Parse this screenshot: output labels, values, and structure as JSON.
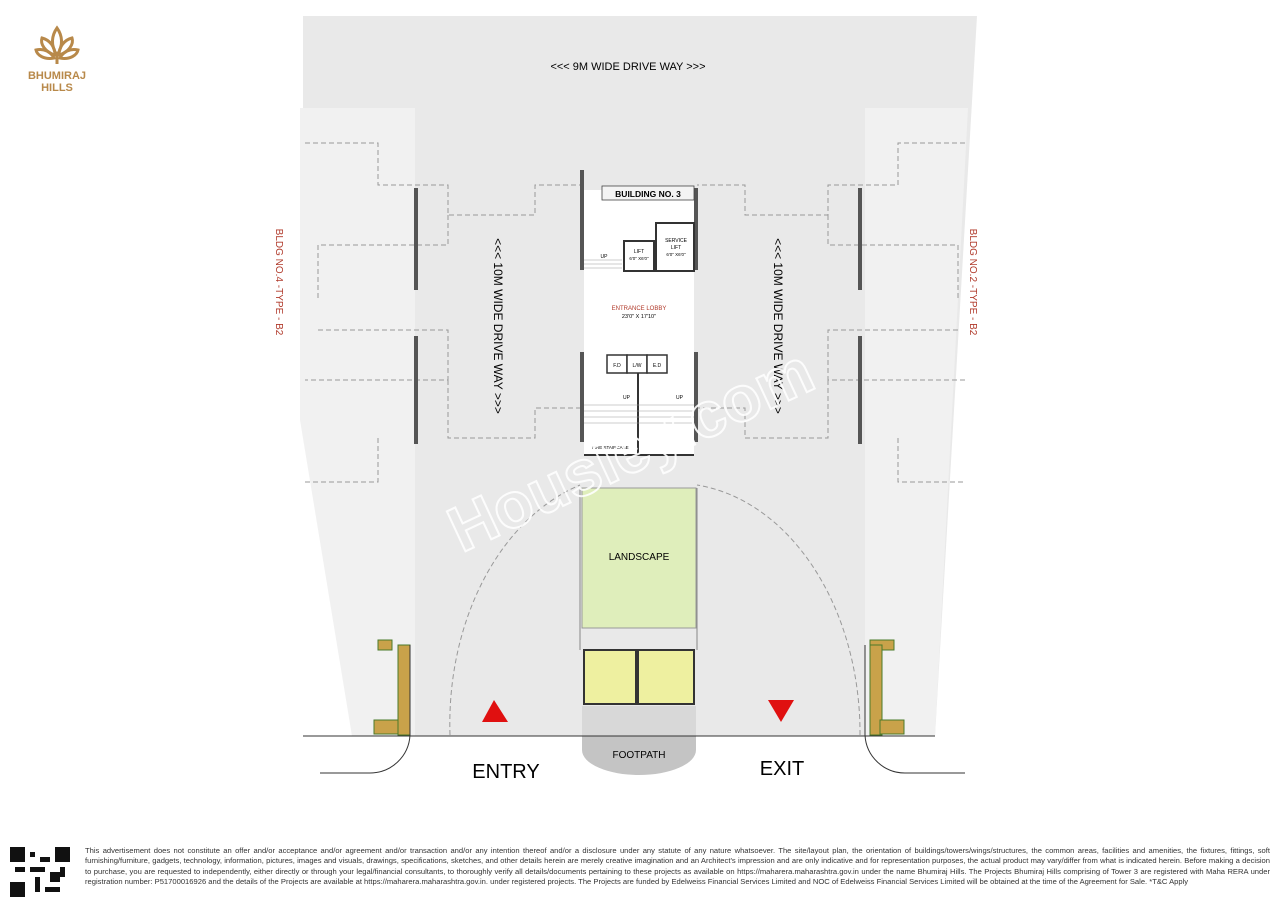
{
  "logo": {
    "line1": "BHUMIRAJ",
    "line2": "HILLS",
    "color": "#b8894a"
  },
  "plan": {
    "top_driveway": "<<<   9M WIDE DRIVE WAY >>>",
    "left_driveway": "<<<  10M WIDE DRIVE WAY  >>>",
    "right_driveway": "<<<  10M WIDE DRIVE WAY  >>>",
    "left_building": "BLDG NO.4 -TYPE - B2",
    "right_building": "BLDG NO.2 -TYPE - B2",
    "building_title": "BUILDING NO. 3",
    "lift": "LIFT",
    "lift_size": "6'0\" X6'0\"",
    "service_lift_1": "SERVICE",
    "service_lift_2": "LIFT",
    "service_lift_size": "6'0\" X6'0\"",
    "up_label": "UP",
    "lobby": "ENTRANCE LOBBY",
    "lobby_size": "23'0\" X 17'10\"",
    "fd": "F.D",
    "lw": "L/W",
    "ed": "E.D",
    "fire_staircase": "FIRE STAIRCASE",
    "landscape": "LANDSCAPE",
    "footpath": "FOOTPATH",
    "entry": "ENTRY",
    "exit": "EXIT",
    "watermark": "Housiey.com"
  },
  "colors": {
    "road": "#e9e9e9",
    "landscape": "#dfeebb",
    "kiosk": "#eef0a0",
    "arrow": "#e01010",
    "building_label": "#b0392a"
  },
  "disclaimer": "This advertisement does not constitute an offer and/or acceptance and/or agreement and/or transaction and/or any intention thereof and/or a disclosure under any statute of any nature whatsoever. The site/layout plan, the orientation of buildings/towers/wings/structures, the common areas, facilities and amenities, the fixtures, fittings, soft furnishing/furniture, gadgets, technology, information, pictures, images and visuals, drawings, specifications, sketches, and other details herein are merely creative imagination and an Architect's impression and are only indicative and for representation purposes, the actual product may vary/differ from what is indicated herein. Before making a decision to purchase, you are requested to independently, either directly or through your legal/financial consultants, to thoroughly verify all details/documents pertaining to these projects as available on https://maharera.maharashtra.gov.in under the name Bhumiraj Hills. The Projects Bhumiraj Hills comprising of Tower 3 are registered with Maha RERA under registration number: P51700016926 and the details of the Projects are available at https://maharera.maharashtra.gov.in. under registered projects. The Projects are funded by Edelweiss Financial Services Limited and NOC of Edelweiss Financial Services Limited will be obtained at the time of the Agreement for Sale. *T&C Apply"
}
